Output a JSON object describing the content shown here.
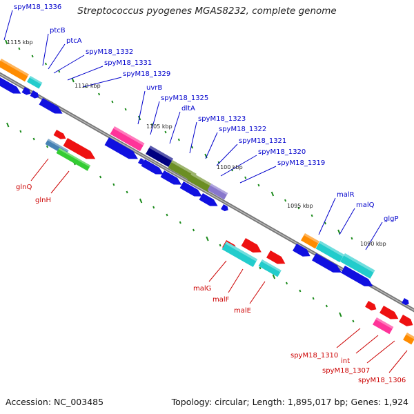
{
  "title": "Streptococcus pyogenes MGAS8232, complete genome",
  "footer": {
    "accession": "Accession: NC_003485",
    "topology": "Topology: circular; Length: 1,895,017 bp; Genes: 1,924"
  },
  "colors": {
    "backbone": "#808080",
    "tick": "#1a8a1a",
    "top_label": "#0000cc",
    "bottom_label": "#cc0000",
    "gene_blue": "#1010e0",
    "gene_red": "#ee1111",
    "gene_orange": "#ff8c00",
    "gene_cyan": "#22cccc",
    "gene_pink": "#ff3399",
    "gene_navy": "#000080",
    "gene_olive": "#6b8e23",
    "gene_lavender": "#8877cc",
    "gene_green": "#33cc33",
    "gene_steel": "#4682b4"
  },
  "scale_labels": [
    "1115 kbp",
    "1110 kbp",
    "1105 kbp",
    "1100 kbp",
    "1095 kbp",
    "1090 kbp"
  ],
  "top_labels": [
    "spyM18_1336",
    "ptcB",
    "ptcA",
    "spyM18_1332",
    "spyM18_1331",
    "spyM18_1329",
    "uvrB",
    "spyM18_1325",
    "dltA",
    "spyM18_1323",
    "spyM18_1322",
    "spyM18_1321",
    "spyM18_1320",
    "spyM18_1319",
    "malR",
    "malQ",
    "glgP"
  ],
  "bottom_labels": [
    "glnQ",
    "glnH",
    "malG",
    "malF",
    "malE",
    "spyM18_1310",
    "int",
    "spyM18_1307",
    "spyM18_1306"
  ]
}
